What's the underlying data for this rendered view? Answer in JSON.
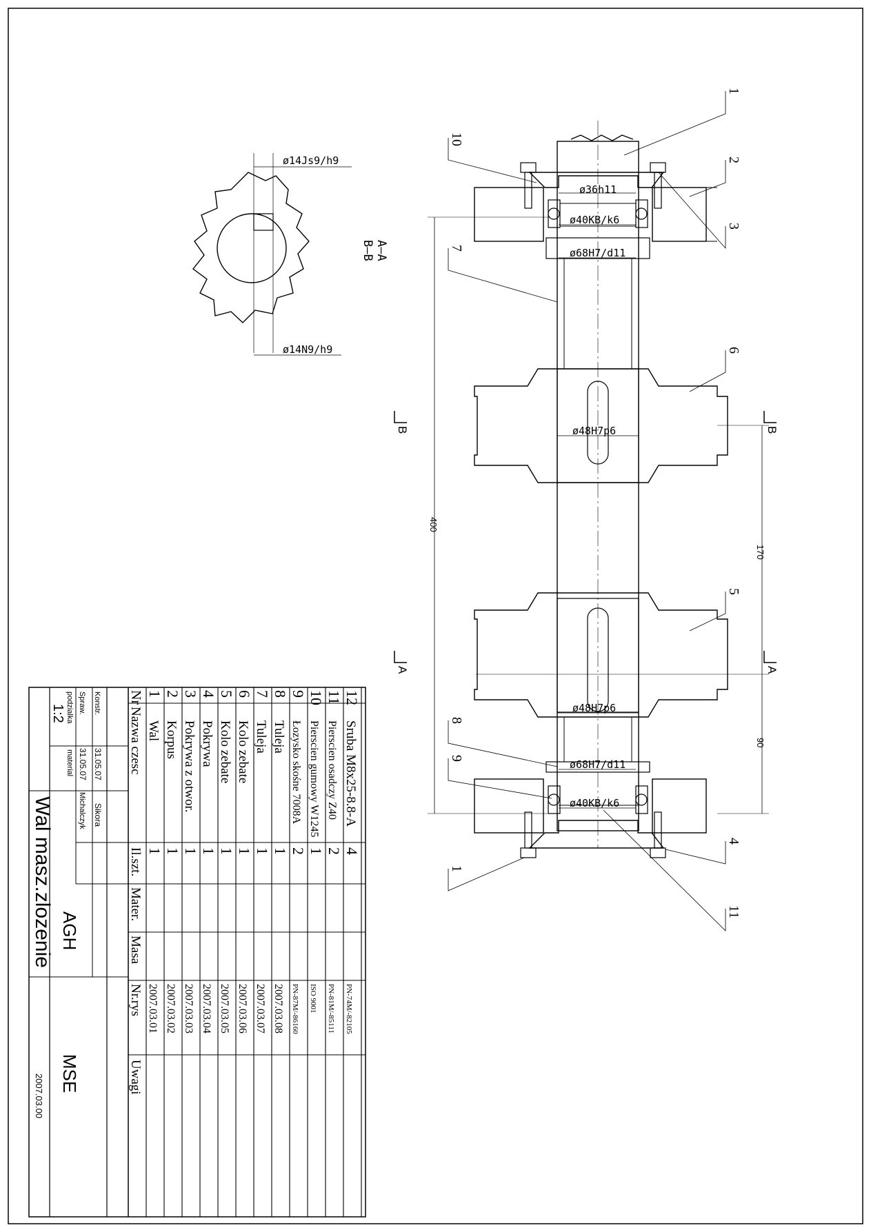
{
  "parts": [
    {
      "nr": "12",
      "name": "Sruba M8x25-8.8-A",
      "qty": "4",
      "material": "",
      "mass": "",
      "drawing": "PN-74M/-82105",
      "notes": ""
    },
    {
      "nr": "11",
      "name": "Pierscien osadczy Z40",
      "qty": "2",
      "material": "",
      "mass": "",
      "drawing": "PN-81M/-85111",
      "notes": ""
    },
    {
      "nr": "10",
      "name": "Pierscien gumowy W1245",
      "qty": "1",
      "material": "",
      "mass": "",
      "drawing": "ISO 9001",
      "notes": ""
    },
    {
      "nr": "9",
      "name": "Łozysko skośne 7008A",
      "qty": "2",
      "material": "",
      "mass": "",
      "drawing": "PN-87M/-86160",
      "notes": ""
    },
    {
      "nr": "8",
      "name": "Tuleja",
      "qty": "1",
      "material": "",
      "mass": "",
      "drawing": "2007.03.08",
      "notes": ""
    },
    {
      "nr": "7",
      "name": "Tuleja",
      "qty": "1",
      "material": "",
      "mass": "",
      "drawing": "2007.03.07",
      "notes": ""
    },
    {
      "nr": "6",
      "name": "Kolo zebate",
      "qty": "1",
      "material": "",
      "mass": "",
      "drawing": "2007.03.06",
      "notes": ""
    },
    {
      "nr": "5",
      "name": "Kolo zebate",
      "qty": "1",
      "material": "",
      "mass": "",
      "drawing": "2007.03.05",
      "notes": ""
    },
    {
      "nr": "4",
      "name": "Pokrywa",
      "qty": "1",
      "material": "",
      "mass": "",
      "drawing": "2007.03.04",
      "notes": ""
    },
    {
      "nr": "3",
      "name": "Pokrywa z otwor.",
      "qty": "1",
      "material": "",
      "mass": "",
      "drawing": "2007.03.03",
      "notes": ""
    },
    {
      "nr": "2",
      "name": "Korpus",
      "qty": "1",
      "material": "",
      "mass": "",
      "drawing": "2007.03.02",
      "notes": ""
    },
    {
      "nr": "1",
      "name": "Wal",
      "qty": "1",
      "material": "",
      "mass": "",
      "drawing": "2007.03.01",
      "notes": ""
    }
  ],
  "columns": {
    "nr": "Nr",
    "name": "Nazwa czesc",
    "qty": "Il.szt.",
    "material": "Mater.",
    "mass": "Masa",
    "drawing": "Nr.rys",
    "notes": "Uwagi"
  },
  "title_block": {
    "konstr_label": "Konstr.",
    "konstr_date": "31.05.07",
    "konstr_name": "Sikora",
    "spraw_label": "Spraw.",
    "spraw_date": "31.05.07",
    "spraw_name": "Michalczyk",
    "scale_label": "podzialka",
    "scale": "1:2",
    "material_label": "material",
    "title": "Wal masz.zlozenie",
    "school": "AGH",
    "dept": "MSE",
    "number": "2007.03.00"
  },
  "dims": {
    "d36": "ø36h11",
    "d40": "ø40KB/k6",
    "d68": "ø68H7/d11",
    "d48": "ø48H7p6",
    "d14js": "ø14Js9/h9",
    "d14n": "ø14N9/h9",
    "l400": "400",
    "l170": "170",
    "l90": "90"
  },
  "section_labels": {
    "aa": "A–A",
    "bb": "B–B",
    "a": "A",
    "b": "B"
  },
  "callouts": [
    "1",
    "2",
    "3",
    "4",
    "5",
    "6",
    "7",
    "8",
    "9",
    "10",
    "11",
    "1"
  ]
}
